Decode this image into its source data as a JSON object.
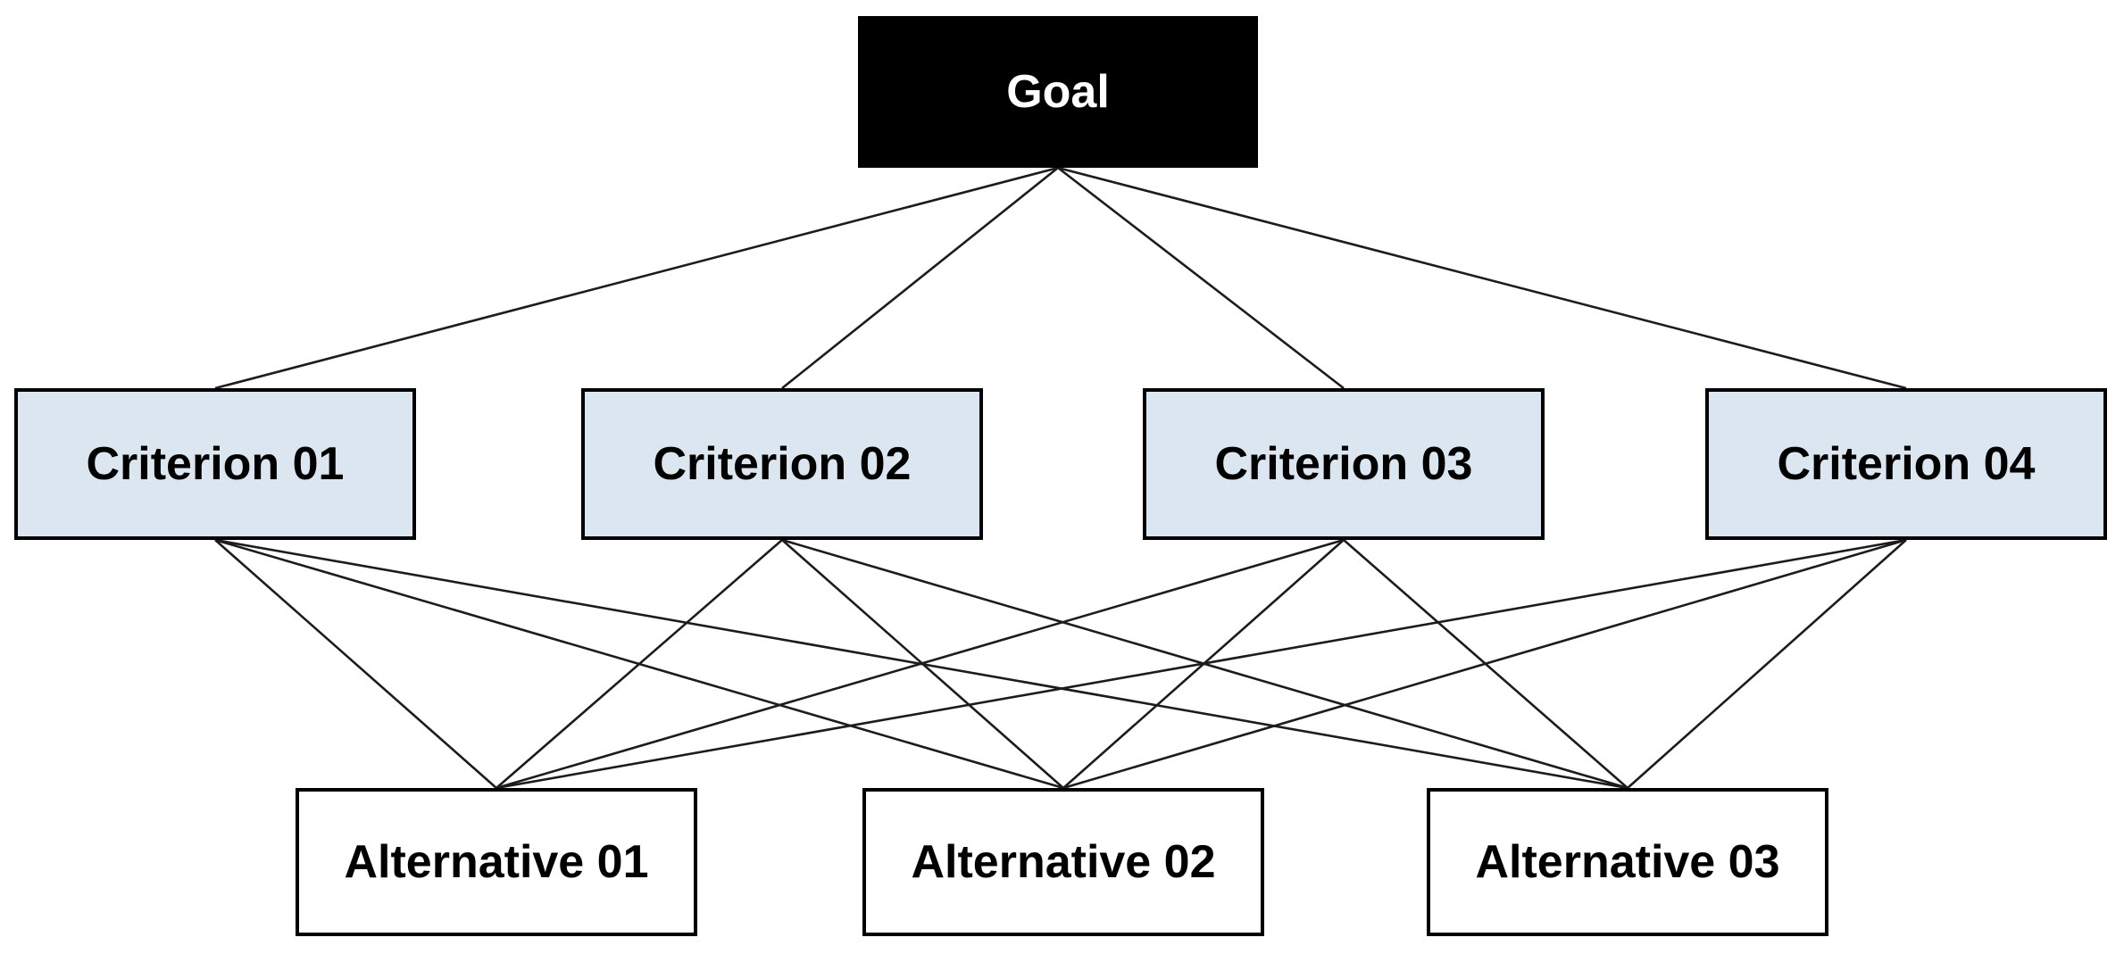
{
  "diagram": {
    "nodes": {
      "goal": {
        "id": "goal",
        "label": "Goal"
      },
      "criteria": [
        {
          "id": "c1",
          "label": "Criterion 01"
        },
        {
          "id": "c2",
          "label": "Criterion 02"
        },
        {
          "id": "c3",
          "label": "Criterion 03"
        },
        {
          "id": "c4",
          "label": "Criterion 04"
        }
      ],
      "alternatives": [
        {
          "id": "a1",
          "label": "Alternative 01"
        },
        {
          "id": "a2",
          "label": "Alternative 02"
        },
        {
          "id": "a3",
          "label": "Alternative 03"
        }
      ]
    },
    "edges": [
      [
        "goal",
        "c1"
      ],
      [
        "goal",
        "c2"
      ],
      [
        "goal",
        "c3"
      ],
      [
        "goal",
        "c4"
      ],
      [
        "c1",
        "a1"
      ],
      [
        "c1",
        "a2"
      ],
      [
        "c1",
        "a3"
      ],
      [
        "c2",
        "a1"
      ],
      [
        "c2",
        "a2"
      ],
      [
        "c2",
        "a3"
      ],
      [
        "c3",
        "a1"
      ],
      [
        "c3",
        "a2"
      ],
      [
        "c3",
        "a3"
      ],
      [
        "c4",
        "a1"
      ],
      [
        "c4",
        "a2"
      ],
      [
        "c4",
        "a3"
      ]
    ],
    "colors": {
      "background": "#ffffff",
      "goal_fill": "#000000",
      "goal_text": "#ffffff",
      "criterion_fill": "#dce6f1",
      "alternative_fill": "#ffffff",
      "border": "#000000",
      "line": "#1c1c1c"
    }
  }
}
